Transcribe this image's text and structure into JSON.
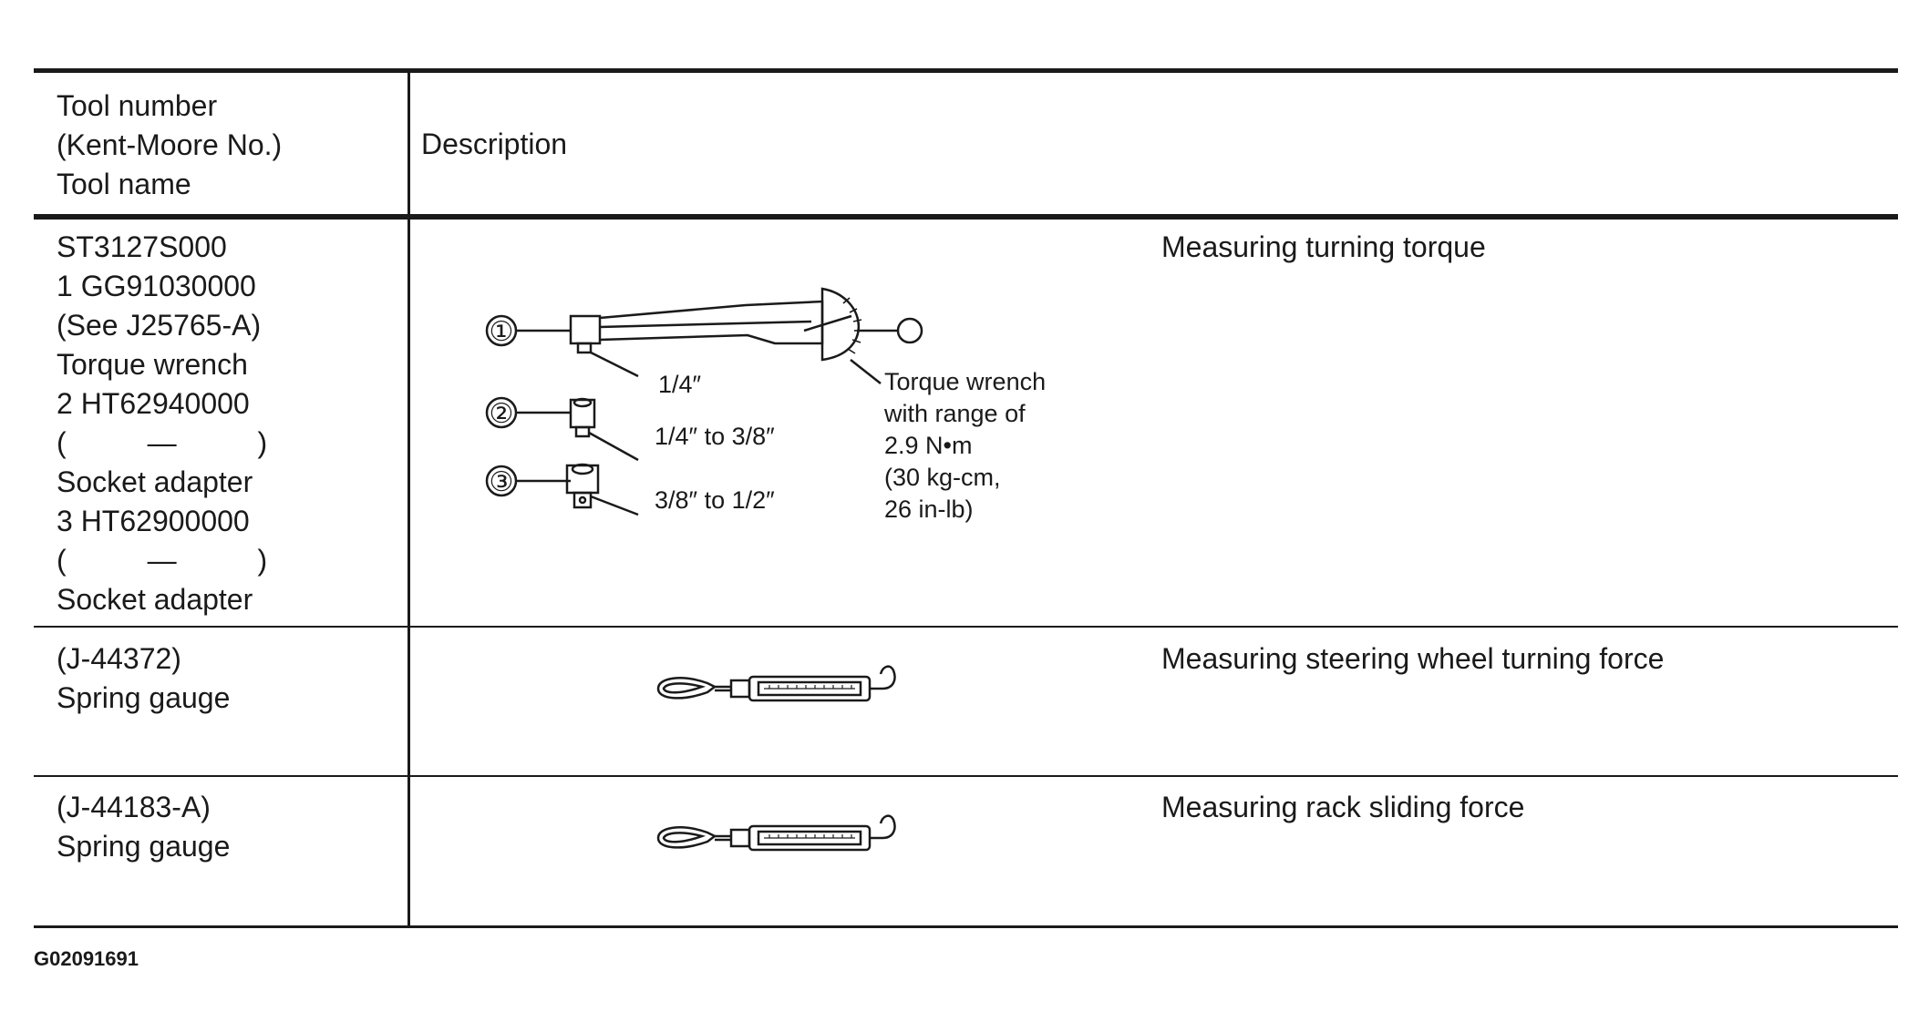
{
  "header": {
    "col1_lines": [
      "Tool number",
      "(Kent-Moore No.)",
      "Tool name"
    ],
    "col2": "Description"
  },
  "rows": [
    {
      "tool_lines": [
        "ST3127S000",
        "1 GG91030000",
        "(See J25765-A)",
        "Torque wrench",
        "2 HT62940000",
        "(          —          )",
        "Socket adapter",
        "3 HT62900000",
        "(          —          )",
        "Socket adapter"
      ],
      "description": "Measuring turning torque",
      "figure": {
        "callouts": [
          "①",
          "②",
          "③"
        ],
        "sizes": [
          "1/4″",
          "1/4″  to  3/8″",
          "3/8″  to  1/2″"
        ],
        "note_lines": [
          "Torque wrench",
          "with range of",
          "2.9 N•m",
          "(30 kg-cm,",
          "26 in-lb)"
        ]
      }
    },
    {
      "tool_lines": [
        "(J-44372)",
        "Spring gauge"
      ],
      "description": "Measuring steering wheel turning force"
    },
    {
      "tool_lines": [
        "(J-44183-A)",
        "Spring gauge"
      ],
      "description": "Measuring rack sliding force"
    }
  ],
  "figure_code": "G02091691"
}
